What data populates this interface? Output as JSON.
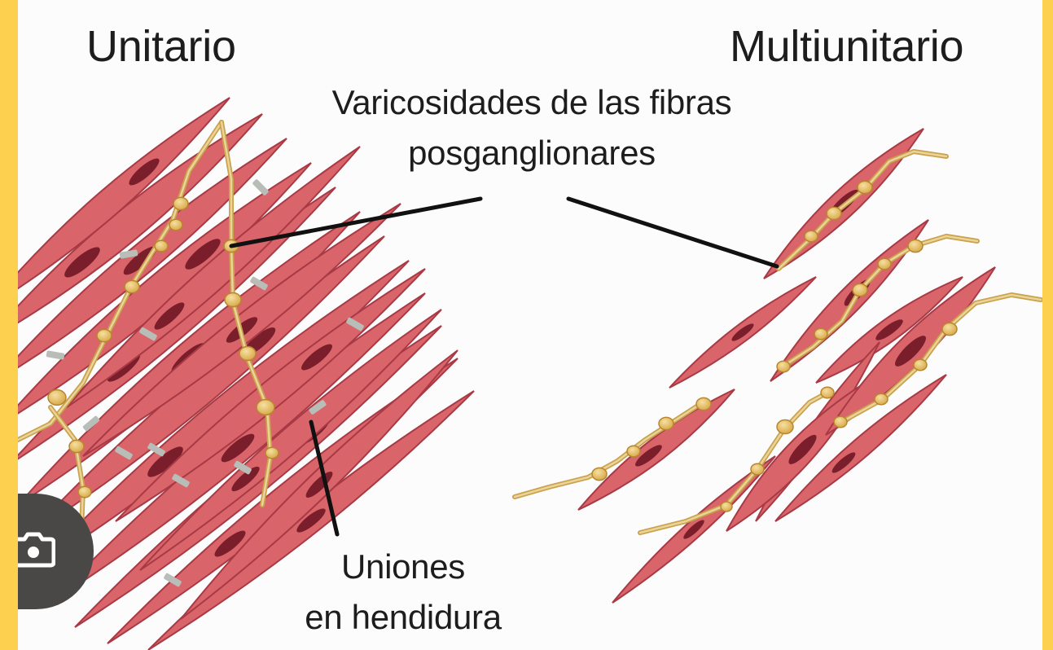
{
  "labels": {
    "unitary": "Unitario",
    "multiunit": "Multiunitario",
    "varicosities_line1": "Varicosidades de las fibras",
    "varicosities_line2": "posganglionares",
    "gap_junctions_line1": "Uniones",
    "gap_junctions_line2": "en hendidura"
  },
  "icons": {
    "lens_button": "camera-icon"
  },
  "colors": {
    "frame": "#FDD04F",
    "background": "#FCFCFC",
    "muscle_fill": "#D9646A",
    "muscle_edge": "#A83A45",
    "nucleus": "#7A1E2B",
    "nerve_fiber": "#C9A24C",
    "varicosity": "#E8C566",
    "gap_junction": "#B8BDB8",
    "callout_line": "#111111"
  }
}
